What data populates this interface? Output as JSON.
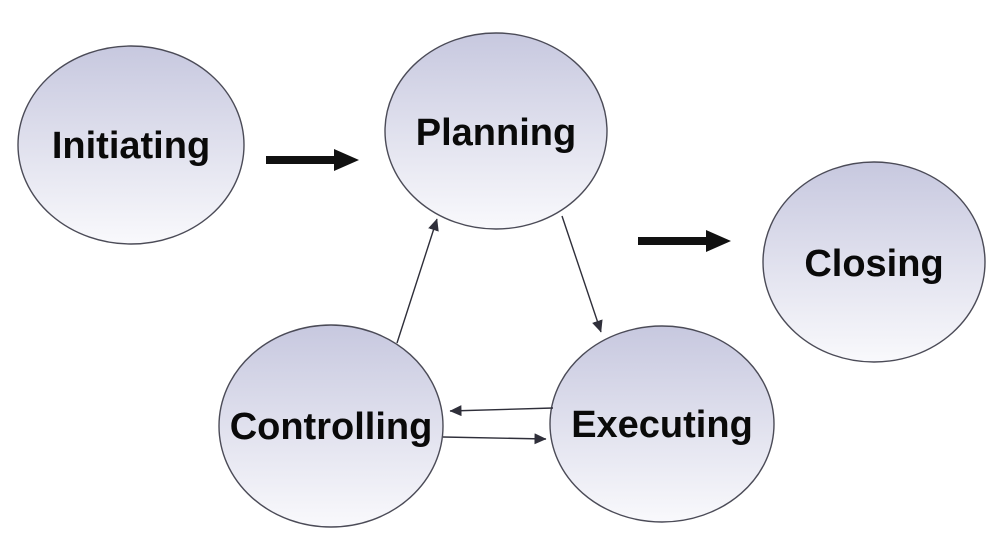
{
  "diagram": {
    "type": "process-flow",
    "nodes": [
      {
        "id": "initiating",
        "label": "Initiating"
      },
      {
        "id": "planning",
        "label": "Planning"
      },
      {
        "id": "closing",
        "label": "Closing"
      },
      {
        "id": "controlling",
        "label": "Controlling"
      },
      {
        "id": "executing",
        "label": "Executing"
      }
    ],
    "edges": [
      {
        "from": "initiating",
        "to": "planning",
        "style": "thick"
      },
      {
        "from": "planning",
        "to": "closing",
        "style": "thick"
      },
      {
        "from": "controlling",
        "to": "planning",
        "style": "thin"
      },
      {
        "from": "planning",
        "to": "executing",
        "style": "thin"
      },
      {
        "from": "executing",
        "to": "controlling",
        "style": "thin"
      },
      {
        "from": "controlling",
        "to": "executing",
        "style": "thin"
      }
    ]
  },
  "colors": {
    "background": "#ffffff",
    "node_gradient_top": "#c7c8df",
    "node_gradient_bottom": "#f9f9fc",
    "node_border": "#4b4b57",
    "thick_arrow": "#111111",
    "thin_arrow": "#2f2f3a",
    "label_text": "#0a0a0a"
  }
}
